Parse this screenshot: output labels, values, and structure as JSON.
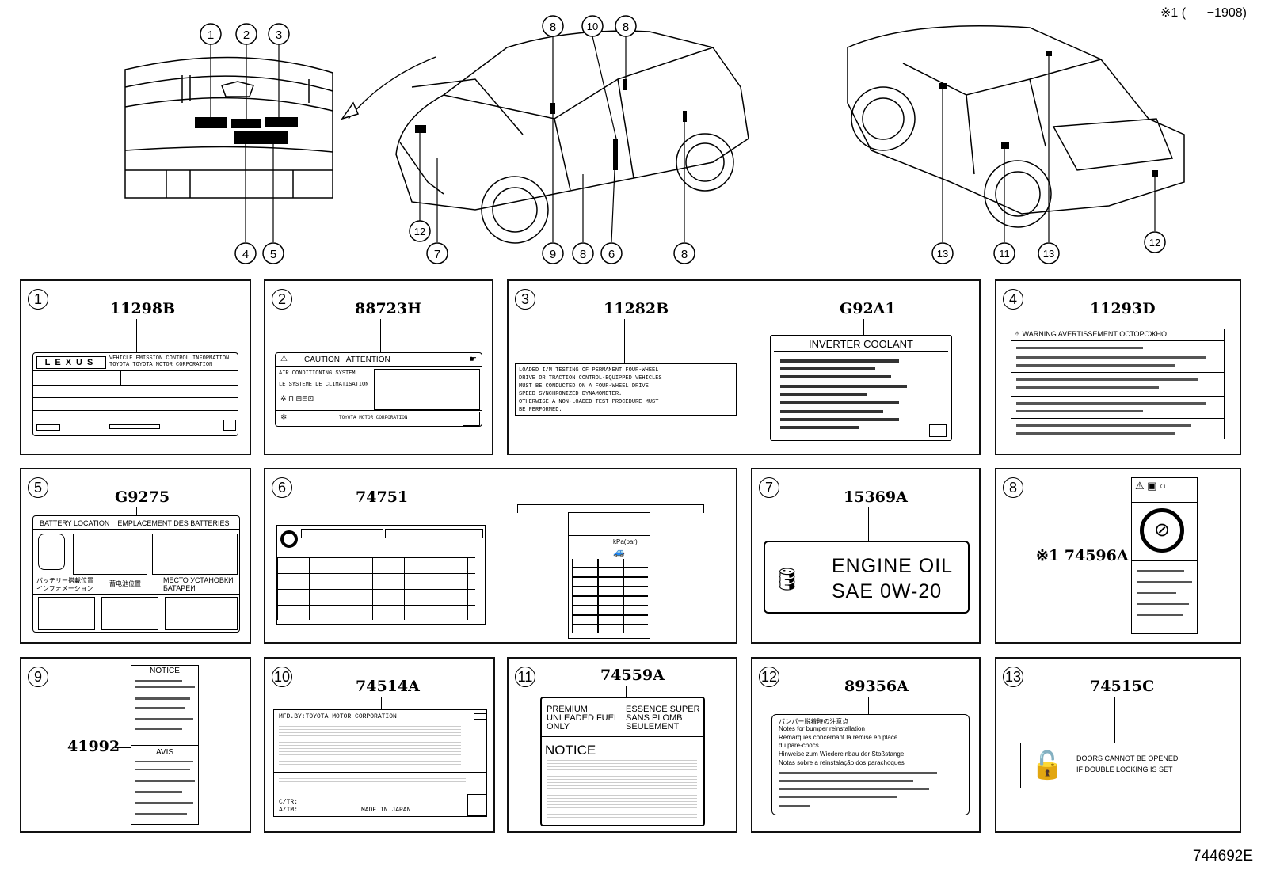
{
  "header": {
    "note": "※1 (      −1908)",
    "diagram_id": "744692E"
  },
  "callouts": [
    "①",
    "②",
    "③",
    "④",
    "⑤",
    "⑥",
    "⑦",
    "⑧",
    "⑨",
    "⑩",
    "⑪",
    "⑫",
    "⑬"
  ],
  "panels": {
    "p1": {
      "num": "1",
      "part": "11298B",
      "brand": "LEXUS",
      "line1": "VEHICLE EMISSION CONTROL INFORMATION",
      "line2": "TOYOTA   TOYOTA MOTOR CORPORATION"
    },
    "p2": {
      "num": "2",
      "part": "88723H",
      "head": "CAUTION   ATTENTION",
      "l1": "AIR CONDITIONING SYSTEM",
      "l2": "LE SYSTEME DE CLIMATISATION",
      "foot": "TOYOTA MOTOR CORPORATION"
    },
    "p3": {
      "num": "3",
      "part_a": "11282B",
      "part_b": "G92A1",
      "text_a": [
        "LOADED I/M TESTING OF PERMANENT FOUR-WHEEL",
        "DRIVE OR TRACTION CONTROL-EQUIPPED VEHICLES",
        "MUST BE CONDUCTED ON A FOUR-WHEEL DRIVE",
        "SPEED SYNCHRONIZED DYNAMOMETER.",
        "OTHERWISE A NON-LOADED TEST PROCEDURE MUST",
        "BE PERFORMED."
      ],
      "coolant": "INVERTER COOLANT"
    },
    "p4": {
      "num": "4",
      "part": "11293D",
      "head": "WARNING  AVERTISSEMENT  ОСТОРОЖНО"
    },
    "p5": {
      "num": "5",
      "part": "G9275",
      "head": "BATTERY LOCATION    EMPLACEMENT DES BATTERIES",
      "jp1": "バッテリー搭載位置",
      "jp2": "インフォメーション",
      "cn": "蓄电池位置",
      "ru1": "МЕСТО УСТАНОВКИ",
      "ru2": "БАТАРЕИ"
    },
    "p6": {
      "num": "6",
      "part": "74751",
      "kpa": "kPa(bar)"
    },
    "p7": {
      "num": "7",
      "part": "15369A",
      "oil1": "ENGINE OIL",
      "oil2": "SAE 0W-20"
    },
    "p8": {
      "num": "8",
      "part": "※1 74596A"
    },
    "p9": {
      "num": "9",
      "part": "41992",
      "notice": "NOTICE",
      "avis": "AVIS"
    },
    "p10": {
      "num": "10",
      "part": "74514A",
      "mfd": "MFD.BY:TOYOTA MOTOR CORPORATION",
      "ctr": "C/TR:",
      "atm": "A/TM:",
      "made": "MADE IN JAPAN"
    },
    "p11": {
      "num": "11",
      "part": "74559A",
      "en": [
        "PREMIUM",
        "UNLEADED FUEL",
        "ONLY"
      ],
      "fr": [
        "ESSENCE SUPER",
        "SANS PLOMB",
        "SEULEMENT"
      ],
      "notice": "NOTICE"
    },
    "p12": {
      "num": "12",
      "part": "89356A",
      "lines": [
        "バンパー脱着時の注意点",
        "Notes for bumper reinstallation",
        "Remarques concernant la remise en place",
        "du pare-chocs",
        "Hinweise zum Wiedereinbau der Stoßstange",
        "Notas sobre a reinstalação dos parachoques"
      ]
    },
    "p13": {
      "num": "13",
      "part": "74515C",
      "l1": "DOORS CANNOT BE OPENED",
      "l2": "IF DOUBLE LOCKING IS SET"
    }
  }
}
